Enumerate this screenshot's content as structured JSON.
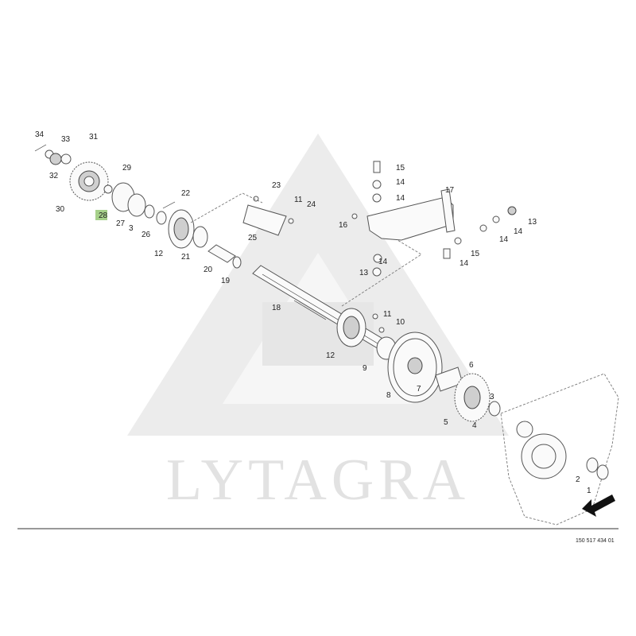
{
  "diagram": {
    "watermark": "LYTAGRA",
    "document_number": "150 517 434 01",
    "highlighted_part": "28",
    "highlight_color": "#a6d08a",
    "parts": [
      {
        "label": "34"
      },
      {
        "label": "33"
      },
      {
        "label": "31"
      },
      {
        "label": "32"
      },
      {
        "label": "29"
      },
      {
        "label": "30"
      },
      {
        "label": "28"
      },
      {
        "label": "27"
      },
      {
        "label": "3"
      },
      {
        "label": "26"
      },
      {
        "label": "22"
      },
      {
        "label": "12"
      },
      {
        "label": "21"
      },
      {
        "label": "23"
      },
      {
        "label": "11"
      },
      {
        "label": "24"
      },
      {
        "label": "25"
      },
      {
        "label": "20"
      },
      {
        "label": "19"
      },
      {
        "label": "18"
      },
      {
        "label": "15"
      },
      {
        "label": "14"
      },
      {
        "label": "14"
      },
      {
        "label": "17"
      },
      {
        "label": "16"
      },
      {
        "label": "13"
      },
      {
        "label": "14"
      },
      {
        "label": "14"
      },
      {
        "label": "14"
      },
      {
        "label": "15"
      },
      {
        "label": "14"
      },
      {
        "label": "13"
      },
      {
        "label": "11"
      },
      {
        "label": "10"
      },
      {
        "label": "12"
      },
      {
        "label": "9"
      },
      {
        "label": "6"
      },
      {
        "label": "8"
      },
      {
        "label": "7"
      },
      {
        "label": "3"
      },
      {
        "label": "5"
      },
      {
        "label": "4"
      },
      {
        "label": "2"
      },
      {
        "label": "1"
      }
    ],
    "direction_arrow": "front-direction-arrow"
  }
}
